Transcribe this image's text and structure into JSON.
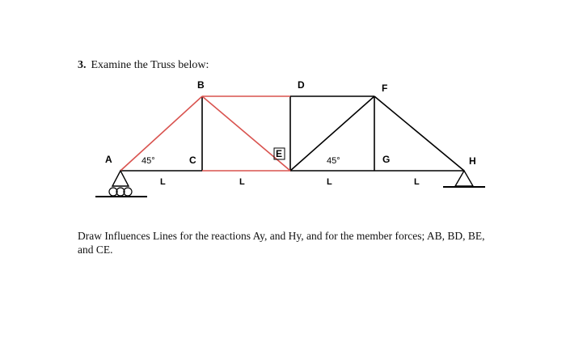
{
  "question": {
    "number": "3.",
    "title": "Examine the Truss below:"
  },
  "truss": {
    "nodes": {
      "A": "A",
      "B": "B",
      "C": "C",
      "D": "D",
      "E": "E",
      "F": "F",
      "G": "G",
      "H": "H"
    },
    "angle_left": "45°",
    "angle_right": "45°",
    "panel_labels": [
      "L",
      "L",
      "L",
      "L"
    ],
    "highlighted_members": [
      "AB",
      "BD",
      "BE",
      "CE"
    ],
    "colors": {
      "member": "#000000",
      "highlight": "#d9534f"
    }
  },
  "instructions": "Draw Influences Lines for the reactions Ay, and Hy, and for the member forces; AB, BD, BE, and CE."
}
